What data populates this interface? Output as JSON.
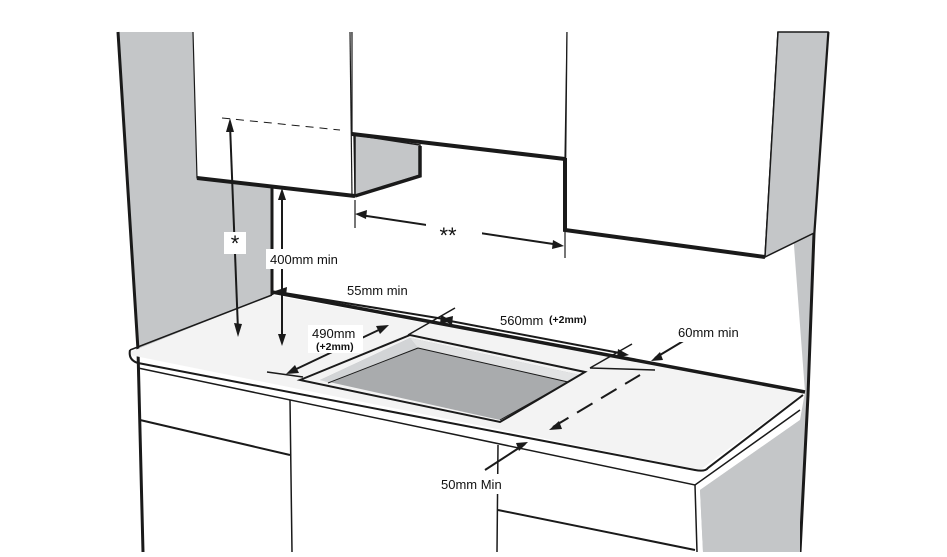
{
  "labels": {
    "height_marker": "*",
    "width_marker": "**",
    "min_height": "400mm min",
    "rear_clearance": "55mm min",
    "cutout_width": "560mm",
    "cutout_width_tol": "(+2mm)",
    "cutout_depth": "490mm",
    "cutout_depth_tol": "(+2mm)",
    "side_clearance": "60mm min",
    "front_clearance": "50mm Min"
  },
  "colors": {
    "line": "#1a1a1a",
    "wall_gray": "#c4c6c8",
    "cutout_inner": "#a9abad",
    "cutout_side": "#d2d4d6",
    "worktop": "#f3f3f3"
  }
}
